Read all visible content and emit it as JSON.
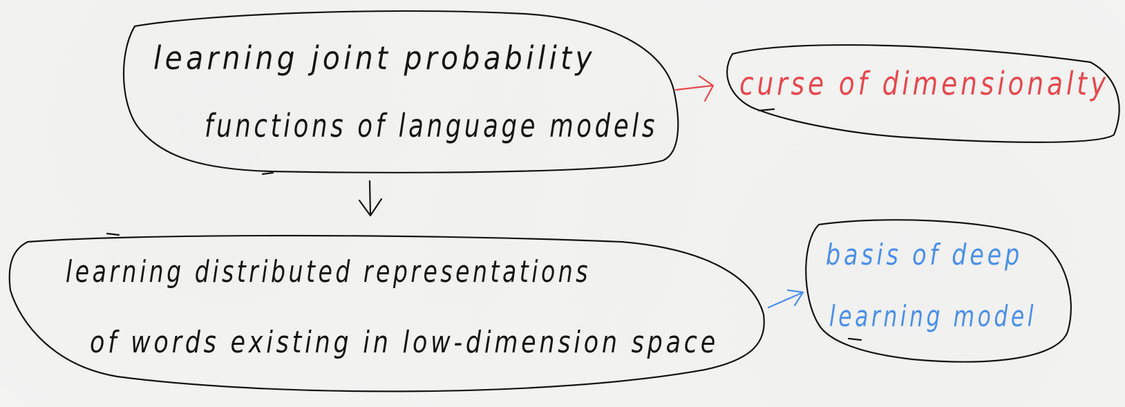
{
  "nodes": {
    "joint_probability": {
      "line1": "learning joint probability",
      "line2": "functions of language models",
      "color": "#141414"
    },
    "curse": {
      "line1": "curse of dimensionalty",
      "color": "#e5484d"
    },
    "distributed": {
      "line1": "learning distributed representations",
      "line2": "of words existing in low-dimension space",
      "color": "#141414"
    },
    "deep_learning": {
      "line1": "basis of deep",
      "line2": "learning model",
      "color": "#4a8fe8"
    }
  },
  "edges": [
    {
      "from": "joint_probability",
      "to": "curse",
      "color": "#e5484d"
    },
    {
      "from": "joint_probability",
      "to": "distributed",
      "color": "#141414"
    },
    {
      "from": "distributed",
      "to": "deep_learning",
      "color": "#4a8fe8"
    }
  ]
}
